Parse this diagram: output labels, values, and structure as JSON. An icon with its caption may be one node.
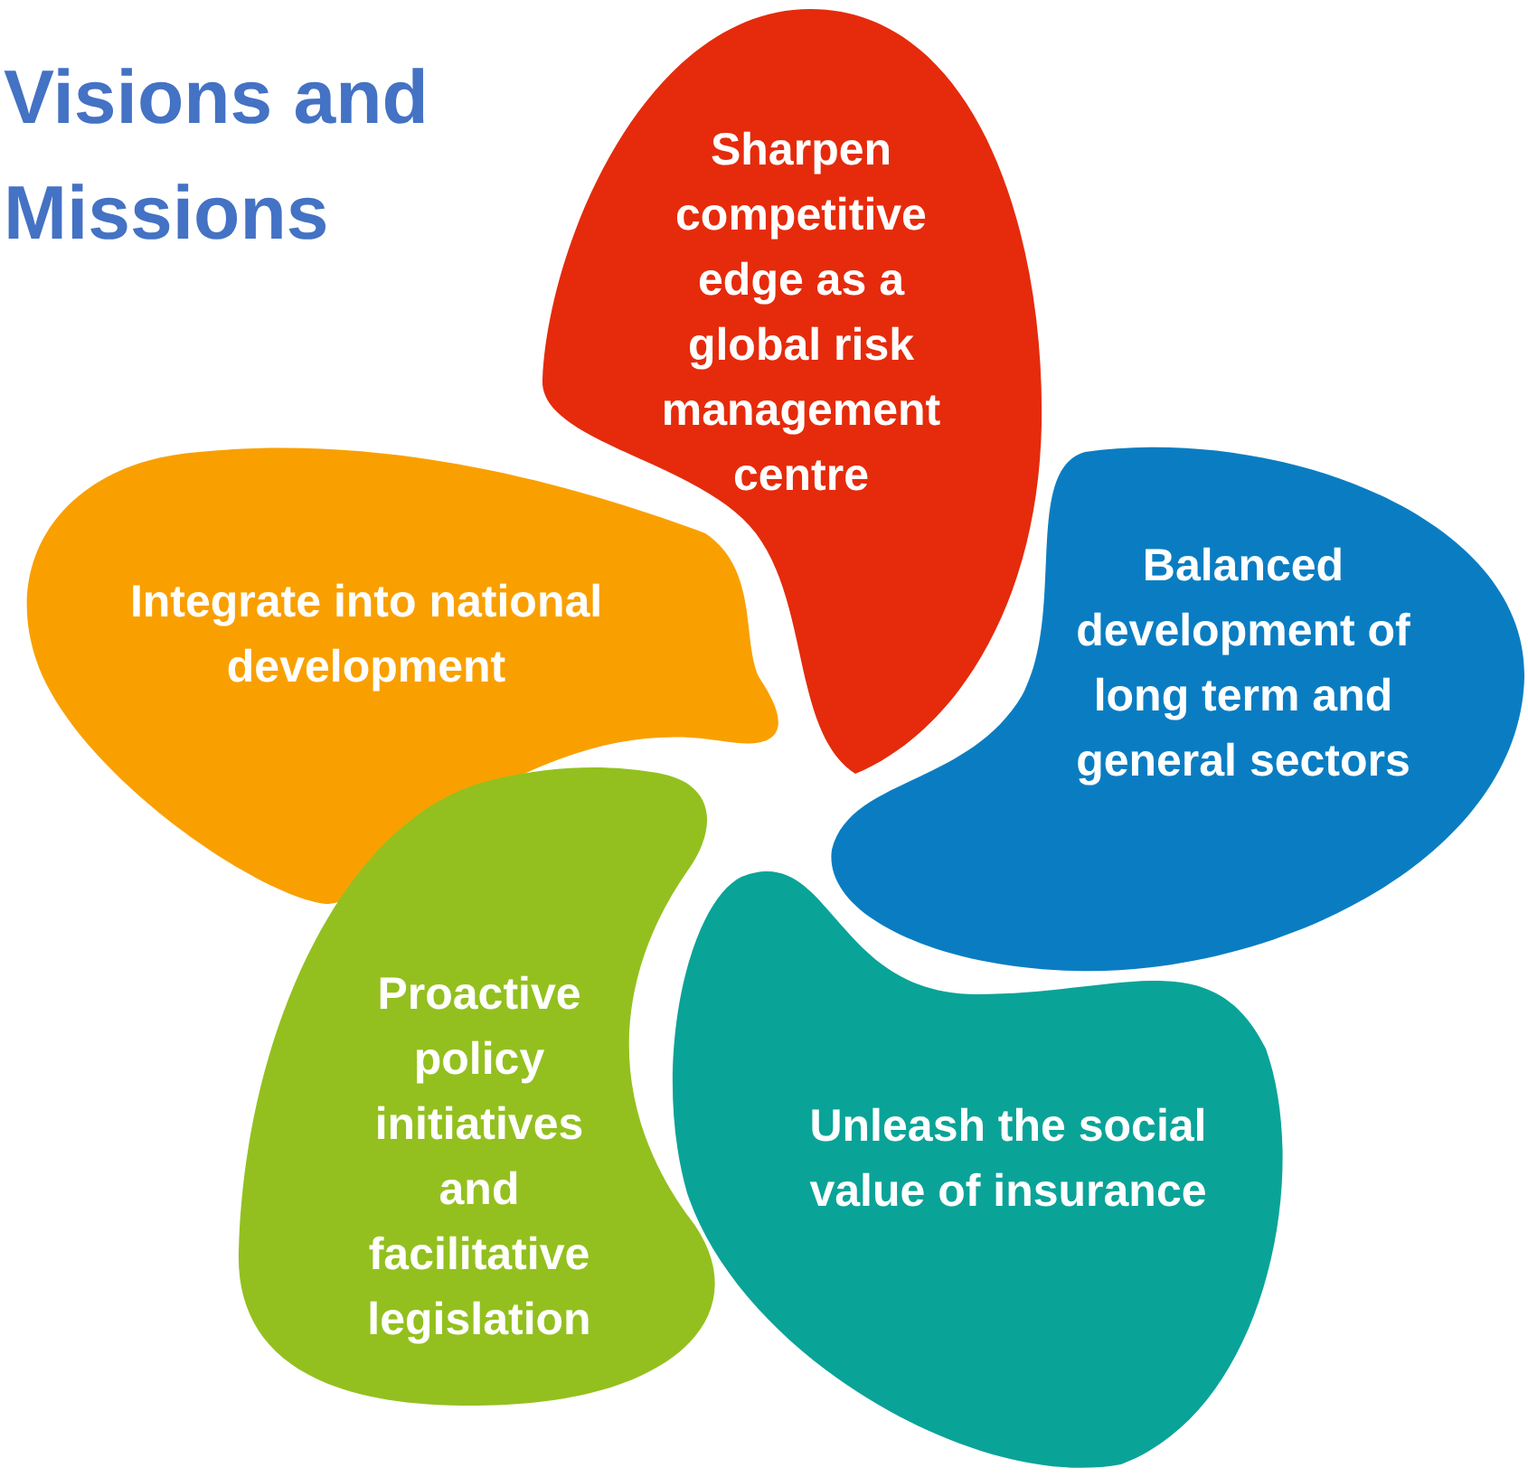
{
  "diagram": {
    "title": "Visions and Missions",
    "nodes": [
      {
        "text": [
          "Sharpen competitive edge as a global risk management centre"
        ]
      },
      {
        "text": [
          "Integrate into national development"
        ]
      },
      {
        "text": [
          "Balanced development of long term and general sectors"
        ]
      },
      {
        "text": [
          "Proactive policy initiatives and facilitative legislation"
        ]
      },
      {
        "text": [
          "Unleash the social value of insurance"
        ]
      }
    ]
  }
}
